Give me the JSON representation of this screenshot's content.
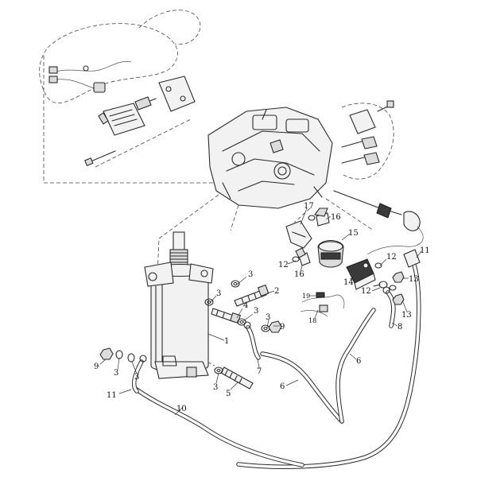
{
  "diagram": {
    "callouts": [
      {
        "label": "1"
      },
      {
        "label": "2"
      },
      {
        "label": "3"
      },
      {
        "label": "3"
      },
      {
        "label": "3"
      },
      {
        "label": "3"
      },
      {
        "label": "3"
      },
      {
        "label": "3"
      },
      {
        "label": "3"
      },
      {
        "label": "4"
      },
      {
        "label": "5"
      },
      {
        "label": "6"
      },
      {
        "label": "6"
      },
      {
        "label": "7"
      },
      {
        "label": "8"
      },
      {
        "label": "9"
      },
      {
        "label": "9"
      },
      {
        "label": "10"
      },
      {
        "label": "11"
      },
      {
        "label": "11"
      },
      {
        "label": "12"
      },
      {
        "label": "12"
      },
      {
        "label": "12"
      },
      {
        "label": "13"
      },
      {
        "label": "13"
      },
      {
        "label": "14"
      },
      {
        "label": "15"
      },
      {
        "label": "16"
      },
      {
        "label": "16"
      },
      {
        "label": "17"
      },
      {
        "label": "18"
      },
      {
        "label": "19"
      }
    ]
  }
}
